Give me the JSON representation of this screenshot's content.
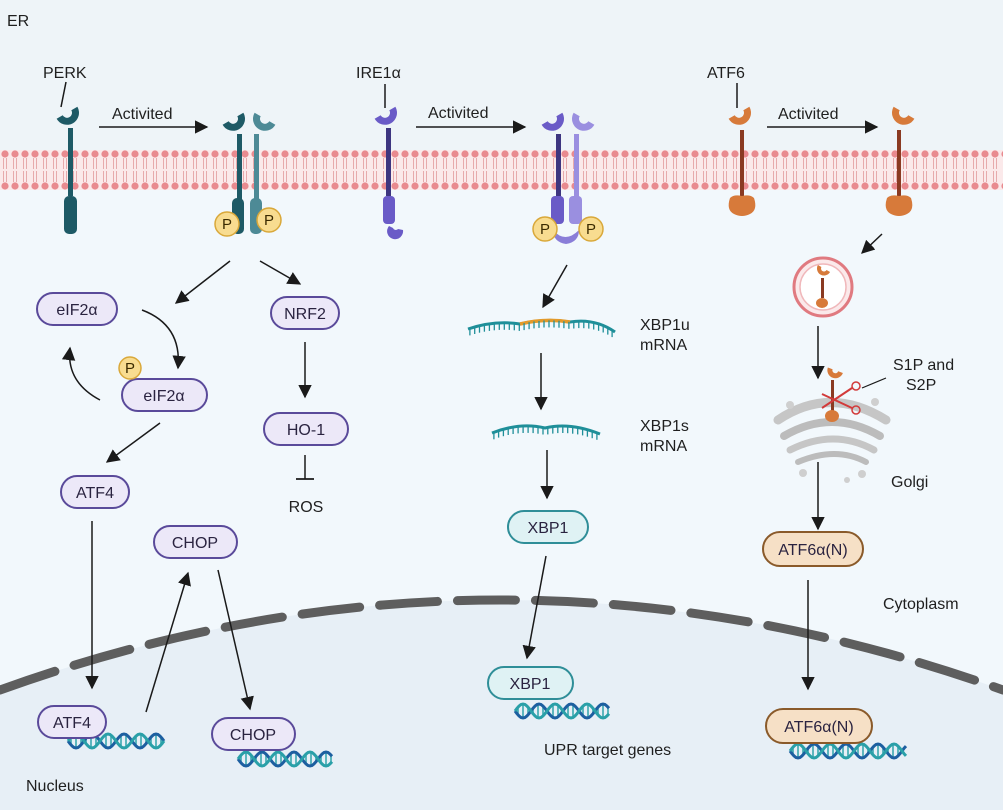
{
  "compartments": {
    "er": "ER",
    "cytoplasm": "Cytoplasm",
    "nucleus": "Nucleus",
    "golgi": "Golgi"
  },
  "sensors": {
    "perk": "PERK",
    "ire1": "IRE1α",
    "atf6": "ATF6"
  },
  "activation": {
    "perk": "Activited",
    "ire1": "Activited",
    "atf6": "Activited"
  },
  "phospho": "P",
  "perk_branch": {
    "eif2a": "eIF2α",
    "eif2a_p": "eIF2α",
    "nrf2": "NRF2",
    "ho1": "HO-1",
    "ros": "ROS",
    "atf4": "ATF4",
    "chop": "CHOP",
    "atf4_nucleus": "ATF4",
    "chop_nucleus": "CHOP"
  },
  "ire1_branch": {
    "xbp1u_line1": "XBP1u",
    "xbp1u_line2": "mRNA",
    "xbp1s_line1": "XBP1s",
    "xbp1s_line2": "mRNA",
    "xbp1": "XBP1",
    "xbp1_nucleus": "XBP1",
    "target_genes": "UPR target genes"
  },
  "atf6_branch": {
    "proteases_line1": "S1P and",
    "proteases_line2": "S2P",
    "atf6n": "ATF6α(N)",
    "atf6n_nucleus": "ATF6α(N)"
  },
  "colors": {
    "perk": "#1e5a66",
    "perk_light": "#4d8a96",
    "ire1": "#6a5bc7",
    "ire1_light": "#9a8fe0",
    "atf6": "#d77a3a",
    "atf6_stalk": "#8a3a22",
    "pill_purple_fill": "#ece8f8",
    "pill_purple_stroke": "#5a4a9a",
    "pill_teal_fill": "#dff2f4",
    "pill_teal_stroke": "#2f8e98",
    "pill_orange_fill": "#f6e0c6",
    "pill_orange_stroke": "#8a5a2a",
    "phospho_fill": "#f8dc90",
    "membrane": "#e07a80",
    "cytoplasm_bg": "#f2f8fc",
    "nucleus_bg": "#e7eff6",
    "dna_blue": "#1d5fa0",
    "dna_teal": "#2aa0a8",
    "mrna_teal": "#1f8f99",
    "mrna_orange": "#e39a2a"
  }
}
